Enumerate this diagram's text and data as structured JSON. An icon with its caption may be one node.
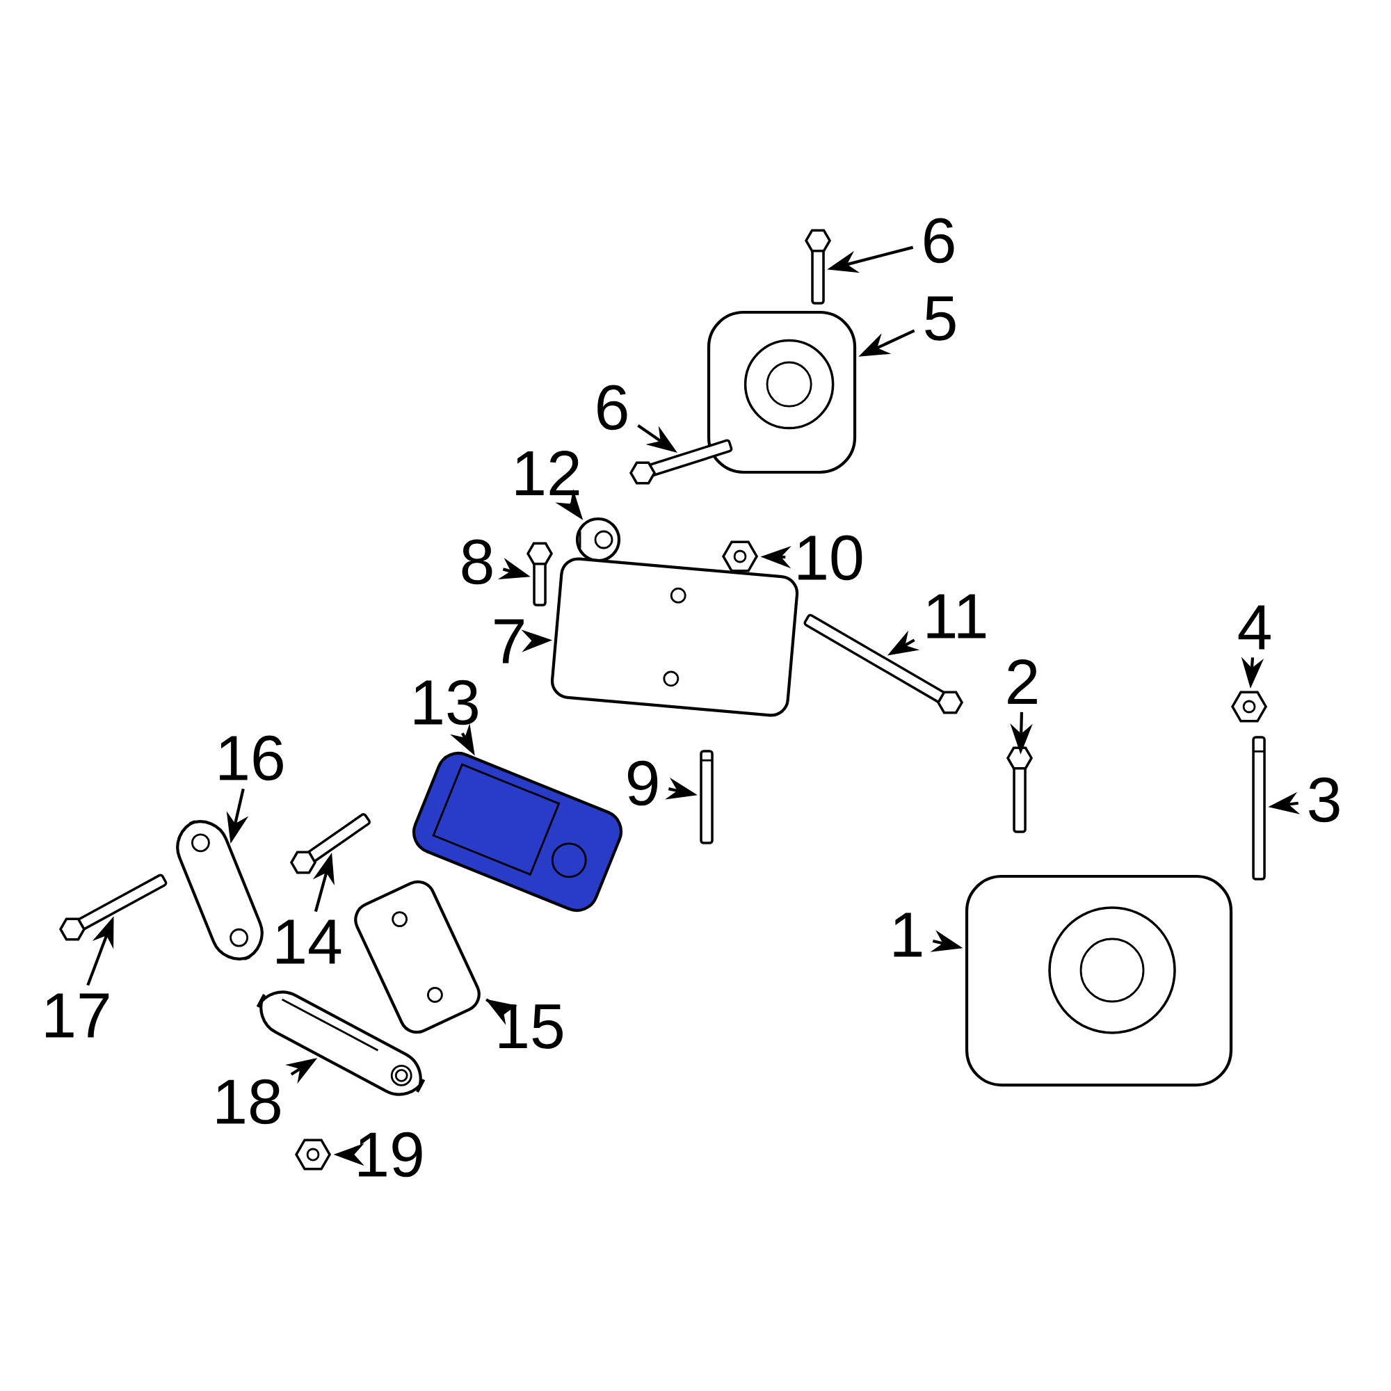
{
  "diagram": {
    "nodes": [
      {
        "text": [
          "6"
        ]
      },
      {
        "text": [
          "5"
        ]
      },
      {
        "text": [
          "6"
        ]
      },
      {
        "text": [
          "12"
        ]
      },
      {
        "text": [
          "8"
        ]
      },
      {
        "text": [
          "10"
        ]
      },
      {
        "text": [
          "7"
        ]
      },
      {
        "text": [
          "11"
        ]
      },
      {
        "text": [
          "13"
        ]
      },
      {
        "text": [
          "2"
        ]
      },
      {
        "text": [
          "4"
        ]
      },
      {
        "text": [
          "9"
        ]
      },
      {
        "text": [
          "3"
        ]
      },
      {
        "text": [
          "16"
        ]
      },
      {
        "text": [
          "14"
        ]
      },
      {
        "text": [
          "1"
        ]
      },
      {
        "text": [
          "17"
        ]
      },
      {
        "text": [
          "15"
        ]
      },
      {
        "text": [
          "18"
        ]
      },
      {
        "text": [
          "19"
        ]
      },
      {
        "text": [],
        "shape": "picture"
      },
      {
        "text": [],
        "shape": "picture"
      },
      {
        "text": [],
        "shape": "picture"
      },
      {
        "text": [],
        "shape": "picture"
      },
      {
        "text": [],
        "shape": "picture"
      },
      {
        "text": [],
        "shape": "picture"
      },
      {
        "text": [],
        "shape": "picture"
      },
      {
        "text": [],
        "shape": "picture"
      },
      {
        "text": [],
        "shape": "picture"
      },
      {
        "text": [],
        "shape": "picture"
      },
      {
        "text": [],
        "shape": "picture"
      },
      {
        "text": [],
        "shape": "picture"
      },
      {
        "text": [],
        "shape": "picture"
      },
      {
        "text": [],
        "shape": "picture"
      },
      {
        "text": [],
        "shape": "picture"
      },
      {
        "text": [],
        "shape": "picture"
      },
      {
        "text": [],
        "shape": "picture"
      },
      {
        "text": [],
        "shape": "picture"
      },
      {
        "text": [],
        "shape": "picture"
      },
      {
        "text": [],
        "shape": "picture"
      }
    ],
    "edges": [
      {
        "from": 0,
        "to": 20,
        "arrow": "to"
      },
      {
        "from": 1,
        "to": 21,
        "arrow": "to"
      },
      {
        "from": 2,
        "to": 22,
        "arrow": "to"
      },
      {
        "from": 3,
        "to": 23,
        "arrow": "to"
      },
      {
        "from": 4,
        "to": 24,
        "arrow": "to"
      },
      {
        "from": 5,
        "to": 25,
        "arrow": "to"
      },
      {
        "from": 6,
        "to": 26,
        "arrow": "to"
      },
      {
        "from": 7,
        "to": 27,
        "arrow": "to"
      },
      {
        "from": 8,
        "to": 28,
        "arrow": "to"
      },
      {
        "from": 9,
        "to": 29,
        "arrow": "to"
      },
      {
        "from": 10,
        "to": 30,
        "arrow": "to"
      },
      {
        "from": 11,
        "to": 31,
        "arrow": "to"
      },
      {
        "from": 12,
        "to": 32,
        "arrow": "to"
      },
      {
        "from": 13,
        "to": 33,
        "arrow": "to"
      },
      {
        "from": 14,
        "to": 34,
        "arrow": "to"
      },
      {
        "from": 15,
        "to": 35,
        "arrow": "to"
      },
      {
        "from": 16,
        "to": 36,
        "arrow": "to"
      },
      {
        "from": 17,
        "to": 37,
        "arrow": "to"
      },
      {
        "from": 18,
        "to": 38,
        "arrow": "to"
      },
      {
        "from": 19,
        "to": 39,
        "arrow": "to"
      }
    ]
  }
}
